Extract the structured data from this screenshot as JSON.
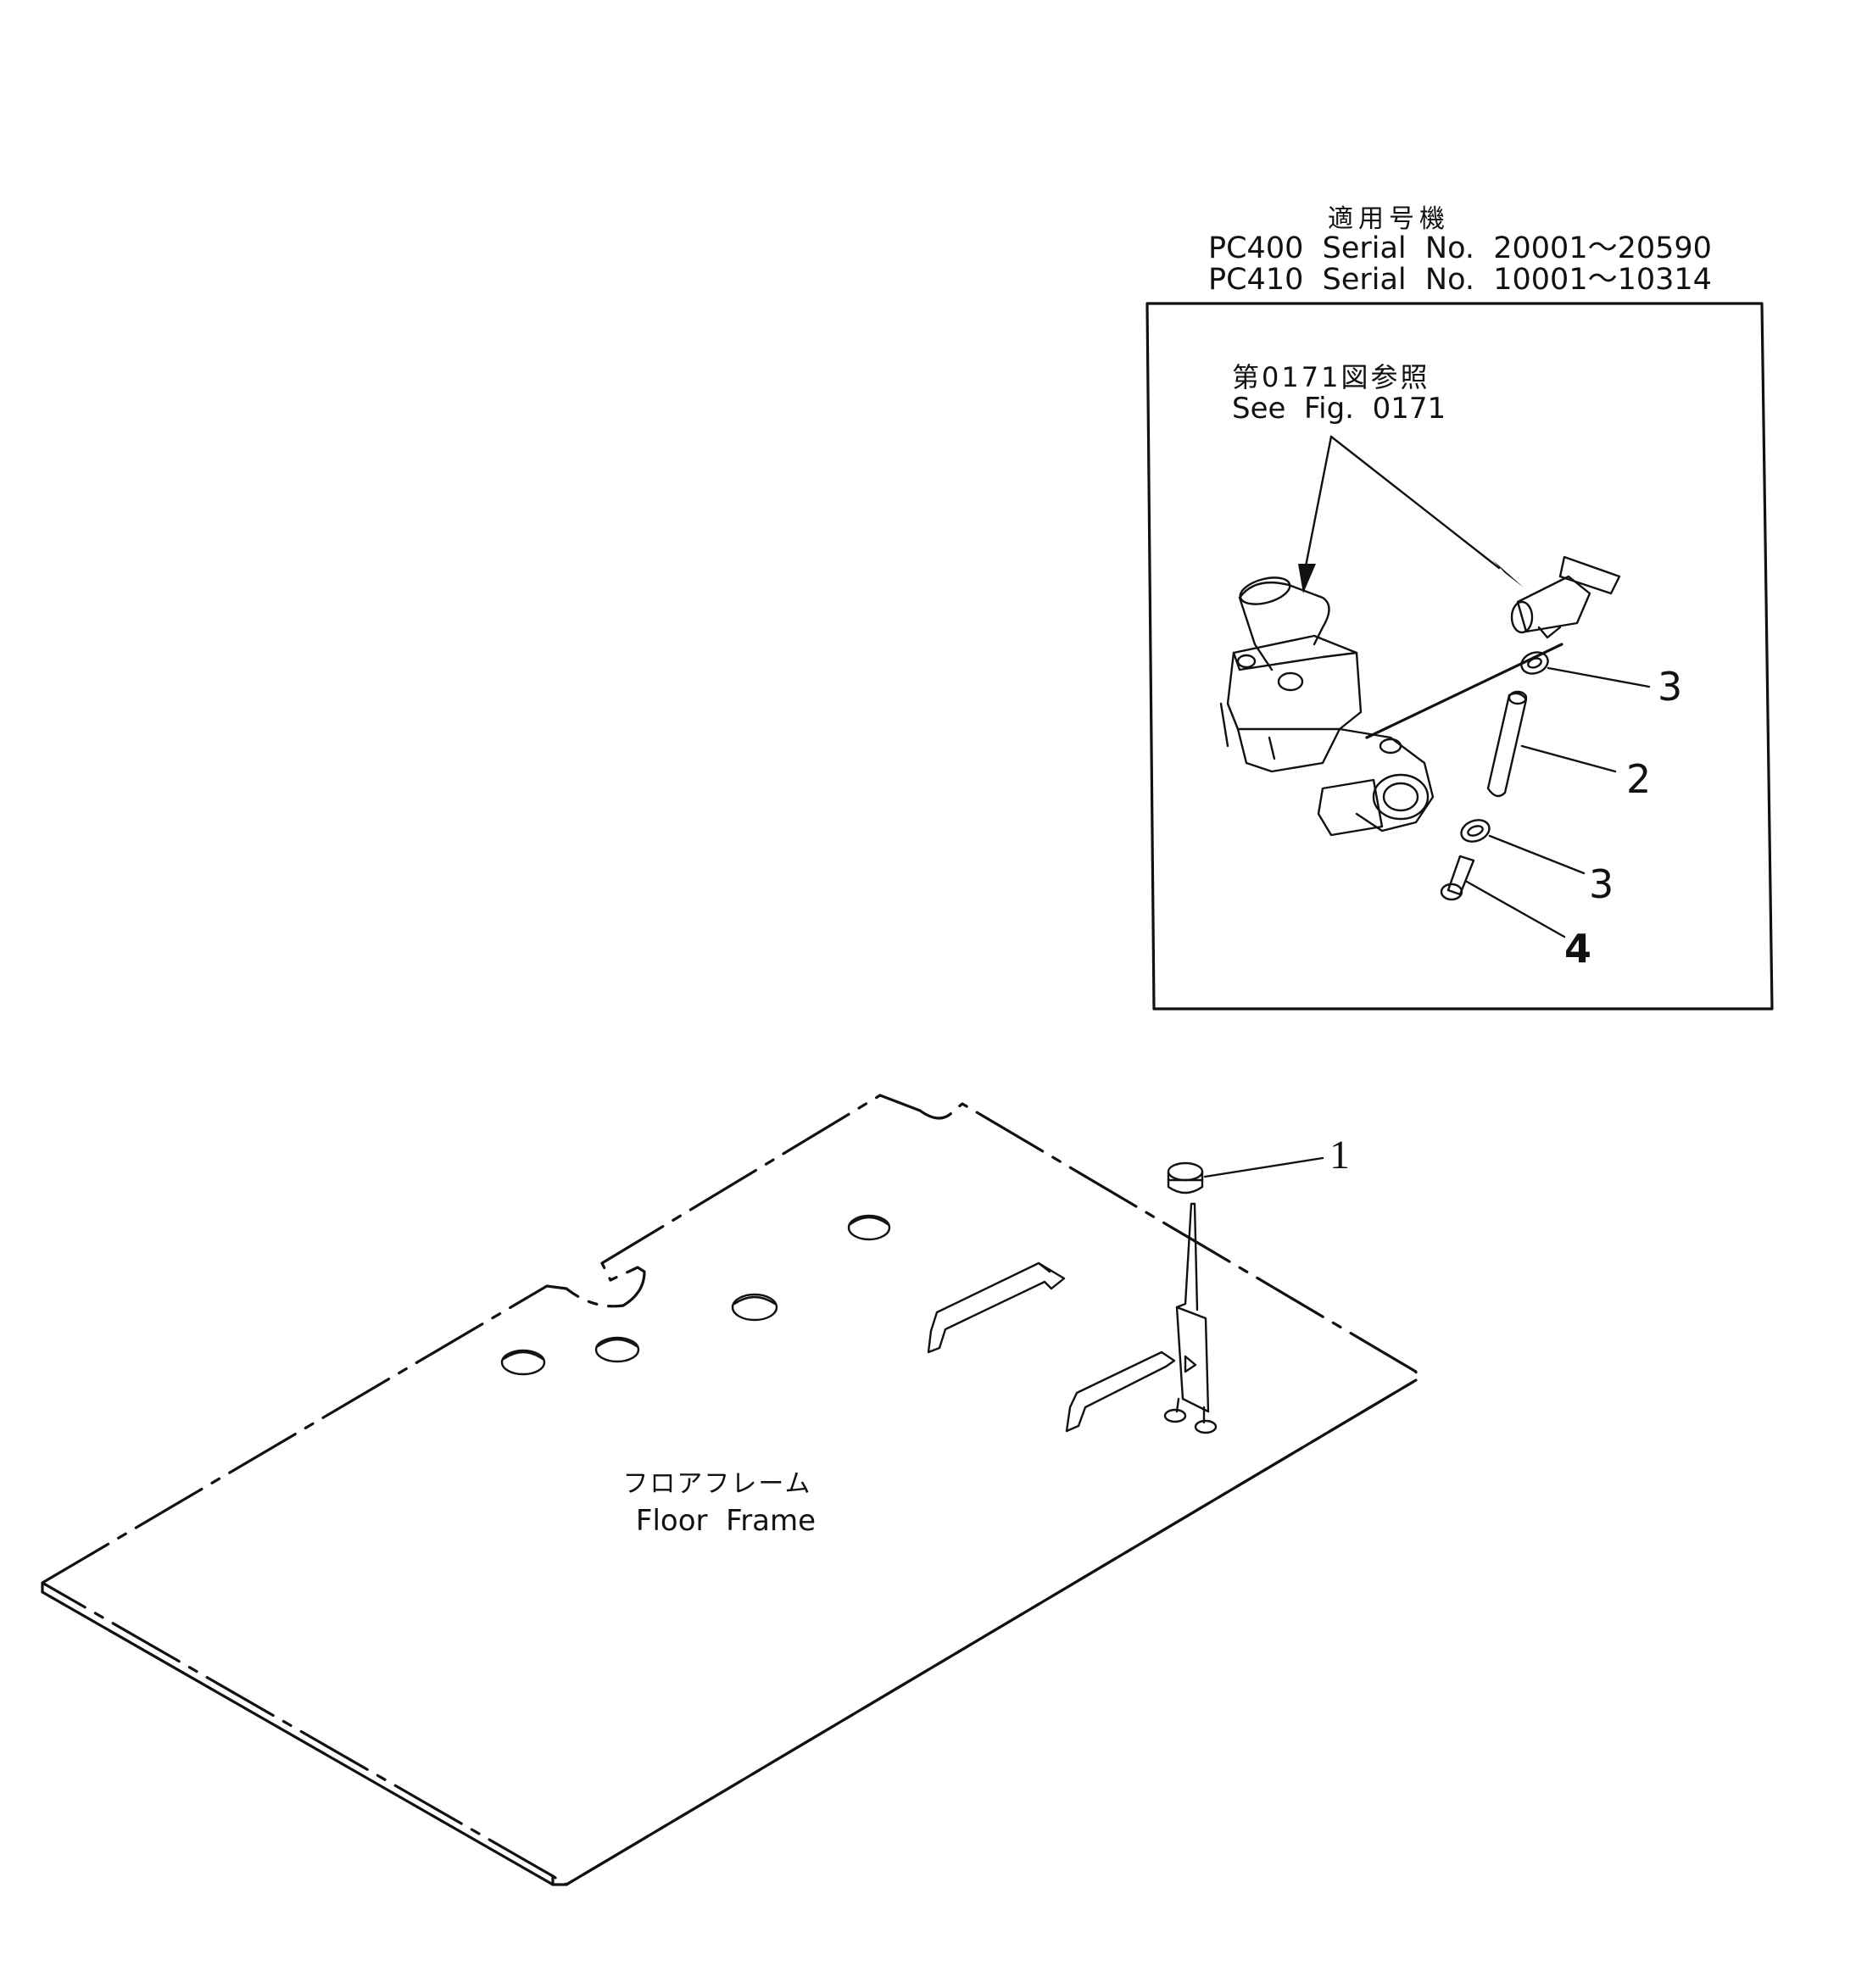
{
  "header": {
    "applicable_models_label": "適用号機",
    "serial_lines": [
      "PC400  Serial  No.  20001～20590",
      "PC410  Serial  No.  10001～10314"
    ]
  },
  "detail_box": {
    "ref_jp": "第0171図参照",
    "ref_en": "See  Fig.  0171",
    "callouts": [
      "3",
      "2",
      "3",
      "4"
    ]
  },
  "main": {
    "frame_label_jp": "フロアフレーム",
    "frame_label_en": "Floor  Frame",
    "callout_1": "1"
  }
}
